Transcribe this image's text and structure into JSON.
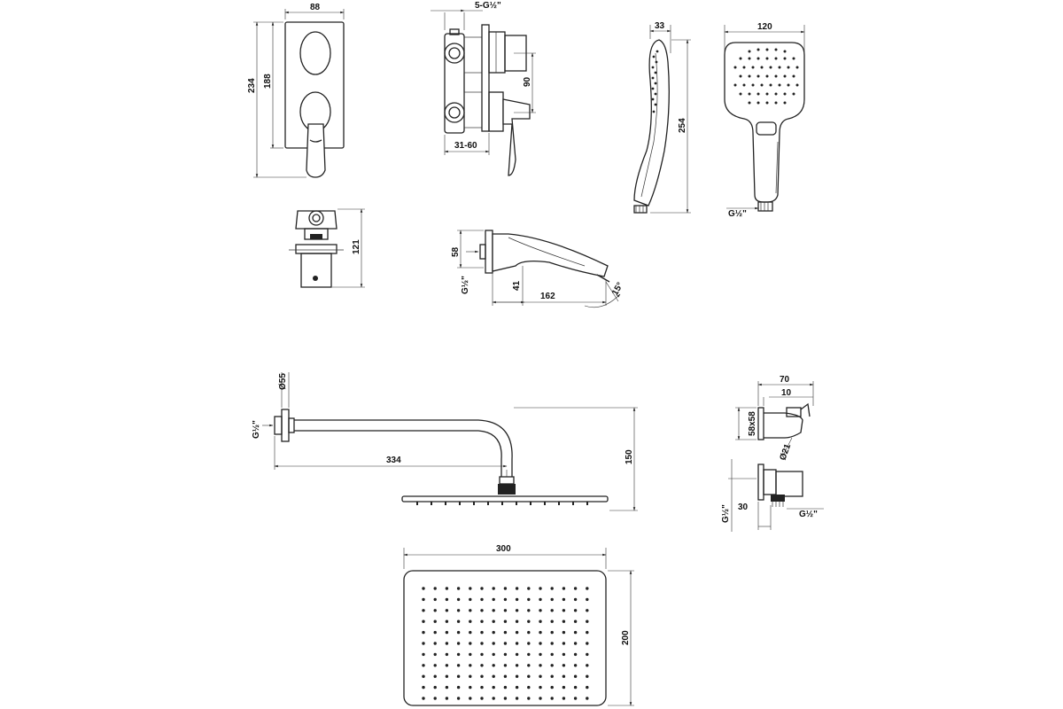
{
  "dimensions": {
    "panel_width": "88",
    "panel_height": "234",
    "panel_inner_height": "188",
    "valve_connection": "5-G½\"",
    "valve_spacing": "90",
    "valve_depth": "31-60",
    "hand_shower_depth": "33",
    "hand_shower_width": "120",
    "hand_shower_length": "254",
    "hand_shower_thread": "G½\"",
    "cartridge_height": "121",
    "spout_height": "58",
    "spout_thread": "G½\"",
    "spout_offset": "41",
    "spout_length": "162",
    "spout_angle": "15°",
    "arm_flange": "Ø55",
    "arm_thread": "G½\"",
    "arm_length": "334",
    "arm_drop": "150",
    "holder_depth": "70",
    "holder_offset": "10",
    "holder_plate": "58x58",
    "holder_bore": "Ø21",
    "outlet_thread_left": "G½\"",
    "outlet_depth": "30",
    "outlet_thread_right": "G½\"",
    "head_width": "300",
    "head_height": "200"
  }
}
